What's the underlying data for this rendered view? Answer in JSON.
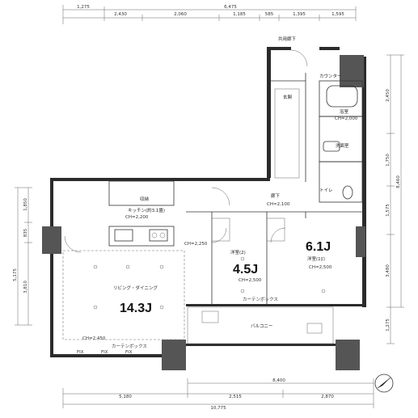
{
  "dimensions": {
    "top_total": "6,475",
    "top_left_edge": "1,275",
    "top": [
      "2,430",
      "2,060",
      "1,185",
      "585",
      "1,395",
      "1,595"
    ],
    "bottom": [
      "5,180",
      "2,515",
      "2,870"
    ],
    "bottom_partial": "8,400",
    "bottom_total": "10,775",
    "left_a": "1,850",
    "left_b": "835",
    "left_c": "5,175",
    "left_d": "3,810",
    "right": [
      "2,450",
      "1,750",
      "1,575",
      "3,480"
    ],
    "right_total": "8,460",
    "right_bottom": "1,275"
  },
  "rooms": {
    "ldk_label": "リビング・ダイニング",
    "ldk_size": "14.3J",
    "kitchen_label": "キッチン(約3.1畳)",
    "western2_label": "洋室(2)",
    "western2_size": "4.5J",
    "western1_label": "洋室(1)",
    "western1_size": "6.1J",
    "corridor_label": "廊下",
    "entrance_label": "玄関",
    "toilet_label": "トイレ",
    "washroom_label": "洗面室",
    "bath_label": "浴室",
    "balcony_label": "バルコニー",
    "alcove_label": "共用廊下",
    "counter_label": "カウンター",
    "closet_label": "収納"
  },
  "ceiling_heights": {
    "ldk": "CH=2,450",
    "ldk_beam": "CH=2,250",
    "kitchen": "CH=2,200",
    "corridor": "CH=2,100",
    "western2": "CH=2,500",
    "western1": "CH=2,500",
    "bath": "CH=2,000"
  },
  "fixtures": {
    "curtain_box": "カーテンボックス",
    "fix_labels": [
      "FIX",
      "FIX",
      "FIX"
    ]
  },
  "compass": {
    "icon": "north-arrow-icon"
  }
}
